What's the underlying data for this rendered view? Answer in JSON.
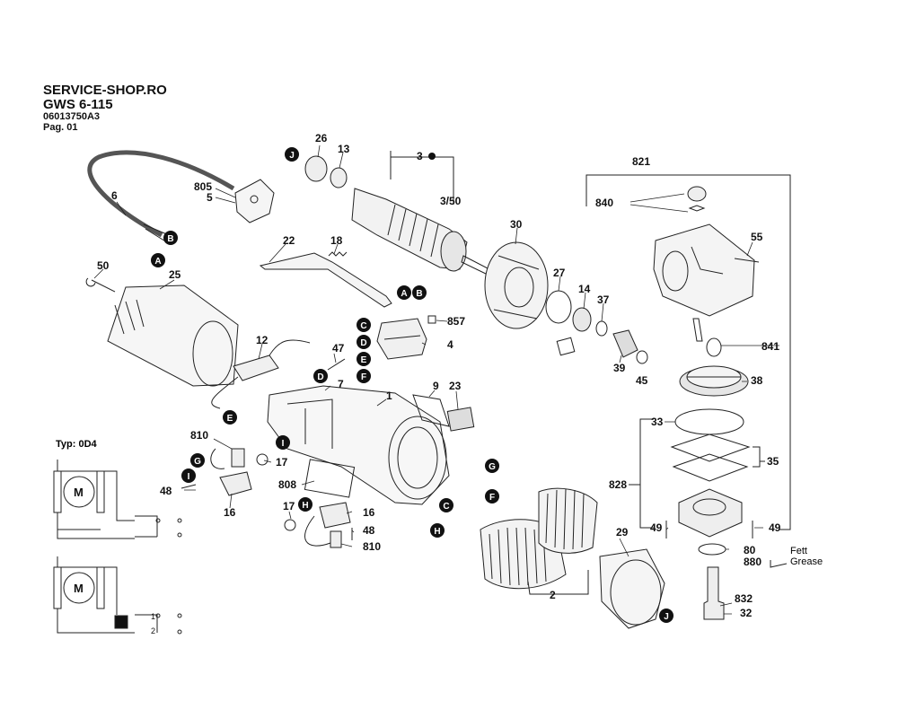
{
  "header": {
    "shop": "SERVICE-SHOP.RO",
    "model": "GWS 6-115",
    "code": "06013750A3",
    "page": "Pag. 01"
  },
  "typ_label": "Typ: 0D4",
  "fett": "Fett",
  "grease": "Grease",
  "motor_symbol": "M",
  "switch_terms": [
    "1",
    "2"
  ],
  "part_numbers": [
    {
      "id": "n26",
      "t": "26"
    },
    {
      "id": "n13",
      "t": "13"
    },
    {
      "id": "n3",
      "t": "3"
    },
    {
      "id": "n350",
      "t": "3/50"
    },
    {
      "id": "n6",
      "t": "6"
    },
    {
      "id": "n805",
      "t": "805"
    },
    {
      "id": "n5",
      "t": "5"
    },
    {
      "id": "n22",
      "t": "22"
    },
    {
      "id": "n18",
      "t": "18"
    },
    {
      "id": "n30",
      "t": "30"
    },
    {
      "id": "n27",
      "t": "27"
    },
    {
      "id": "n14",
      "t": "14"
    },
    {
      "id": "n37",
      "t": "37"
    },
    {
      "id": "n39",
      "t": "39"
    },
    {
      "id": "n45",
      "t": "45"
    },
    {
      "id": "n50",
      "t": "50"
    },
    {
      "id": "n25",
      "t": "25"
    },
    {
      "id": "n857",
      "t": "857"
    },
    {
      "id": "n4",
      "t": "4"
    },
    {
      "id": "n12",
      "t": "12"
    },
    {
      "id": "n47",
      "t": "47"
    },
    {
      "id": "n7",
      "t": "7"
    },
    {
      "id": "n1",
      "t": "1"
    },
    {
      "id": "n9",
      "t": "9"
    },
    {
      "id": "n23",
      "t": "23"
    },
    {
      "id": "n810a",
      "t": "810"
    },
    {
      "id": "n17a",
      "t": "17"
    },
    {
      "id": "n48a",
      "t": "48"
    },
    {
      "id": "n16a",
      "t": "16"
    },
    {
      "id": "n808",
      "t": "808"
    },
    {
      "id": "n17b",
      "t": "17"
    },
    {
      "id": "n16b",
      "t": "16"
    },
    {
      "id": "n48b",
      "t": "48"
    },
    {
      "id": "n810b",
      "t": "810"
    },
    {
      "id": "n2",
      "t": "2"
    },
    {
      "id": "n29",
      "t": "29"
    },
    {
      "id": "n821",
      "t": "821"
    },
    {
      "id": "n840",
      "t": "840"
    },
    {
      "id": "n55",
      "t": "55"
    },
    {
      "id": "n841",
      "t": "841"
    },
    {
      "id": "n38",
      "t": "38"
    },
    {
      "id": "n33",
      "t": "33"
    },
    {
      "id": "n35",
      "t": "35"
    },
    {
      "id": "n828",
      "t": "828"
    },
    {
      "id": "n49a",
      "t": "49"
    },
    {
      "id": "n49b",
      "t": "49"
    },
    {
      "id": "n80",
      "t": "80"
    },
    {
      "id": "n880",
      "t": "880"
    },
    {
      "id": "n832",
      "t": "832"
    },
    {
      "id": "n32",
      "t": "32"
    }
  ],
  "callouts": [
    {
      "id": "cJ1",
      "t": "J"
    },
    {
      "id": "cB1",
      "t": "B"
    },
    {
      "id": "cA1",
      "t": "A"
    },
    {
      "id": "cA2",
      "t": "A"
    },
    {
      "id": "cB2",
      "t": "B"
    },
    {
      "id": "cC1",
      "t": "C"
    },
    {
      "id": "cD1",
      "t": "D"
    },
    {
      "id": "cE1",
      "t": "E"
    },
    {
      "id": "cF1",
      "t": "F"
    },
    {
      "id": "cD2",
      "t": "D"
    },
    {
      "id": "cE2",
      "t": "E"
    },
    {
      "id": "cI1",
      "t": "I"
    },
    {
      "id": "cG1",
      "t": "G"
    },
    {
      "id": "cI2",
      "t": "I"
    },
    {
      "id": "cH1",
      "t": "H"
    },
    {
      "id": "cG2",
      "t": "G"
    },
    {
      "id": "cF2",
      "t": "F"
    },
    {
      "id": "cC2",
      "t": "C"
    },
    {
      "id": "cH2",
      "t": "H"
    },
    {
      "id": "cJ2",
      "t": "J"
    }
  ]
}
